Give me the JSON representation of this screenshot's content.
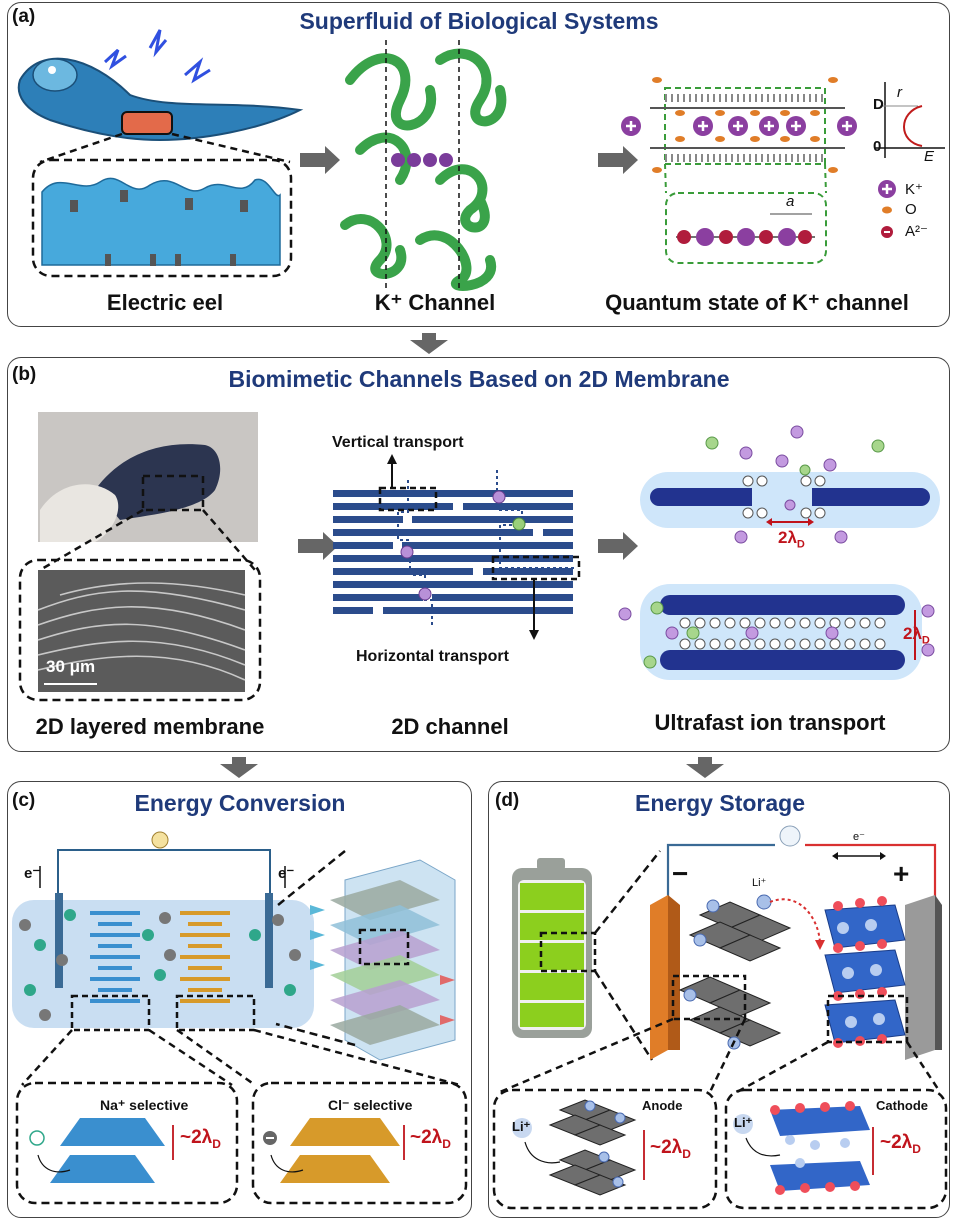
{
  "panel_a": {
    "label": "(a)",
    "title": "Superfluid of Biological Systems",
    "caption_left": "Electric eel",
    "caption_mid": "K⁺ Channel",
    "caption_right": "Quantum state of K⁺ channel",
    "graph_y_top": "D",
    "graph_y_bottom": "0",
    "graph_r": "r",
    "graph_e": "E",
    "lattice_spacing": "a",
    "legend": [
      {
        "symbol": "K⁺",
        "icon": "plus-ion-icon",
        "color": "#8b3fa0"
      },
      {
        "symbol": "O",
        "icon": "oxygen-icon",
        "color": "#e07d28"
      },
      {
        "symbol": "A²⁻",
        "icon": "minus-ion-icon",
        "color": "#b01c3c"
      }
    ]
  },
  "panel_b": {
    "label": "(b)",
    "title": "Biomimetic Channels Based on 2D Membrane",
    "caption_left": "2D layered membrane",
    "caption_mid": "2D channel",
    "caption_right": "Ultrafast ion transport",
    "scale_bar": "30 μm",
    "vertical_transport": "Vertical transport",
    "horizontal_transport": "Horizontal transport",
    "debye_top": "2λ",
    "debye_side": "2λ",
    "debye_sub": "D"
  },
  "panel_c": {
    "label": "(c)",
    "title": "Energy Conversion",
    "electron_left": "e⁻",
    "electron_right": "e⁻",
    "na_selective": "Na⁺ selective",
    "cl_selective": "Cl⁻ selective",
    "debye_na": "~2λ",
    "debye_cl": "~2λ",
    "debye_sub": "D",
    "colors": {
      "na_sheet": "#3a8fcf",
      "cl_sheet": "#d79a2a"
    }
  },
  "panel_d": {
    "label": "(d)",
    "title": "Energy Storage",
    "electron": "e⁻",
    "li_ion": "Li⁺",
    "li_anode": "Li⁺",
    "li_cathode": "Li⁺",
    "minus_terminal": "−",
    "plus_terminal": "+",
    "anode": "Anode",
    "cathode": "Cathode",
    "debye_anode": "~2λ",
    "debye_cathode": "~2λ",
    "debye_sub": "D",
    "colors": {
      "battery": "#8ccf1e",
      "cathode_block": "#3266c8",
      "anode_plate": "#e07d28"
    }
  }
}
